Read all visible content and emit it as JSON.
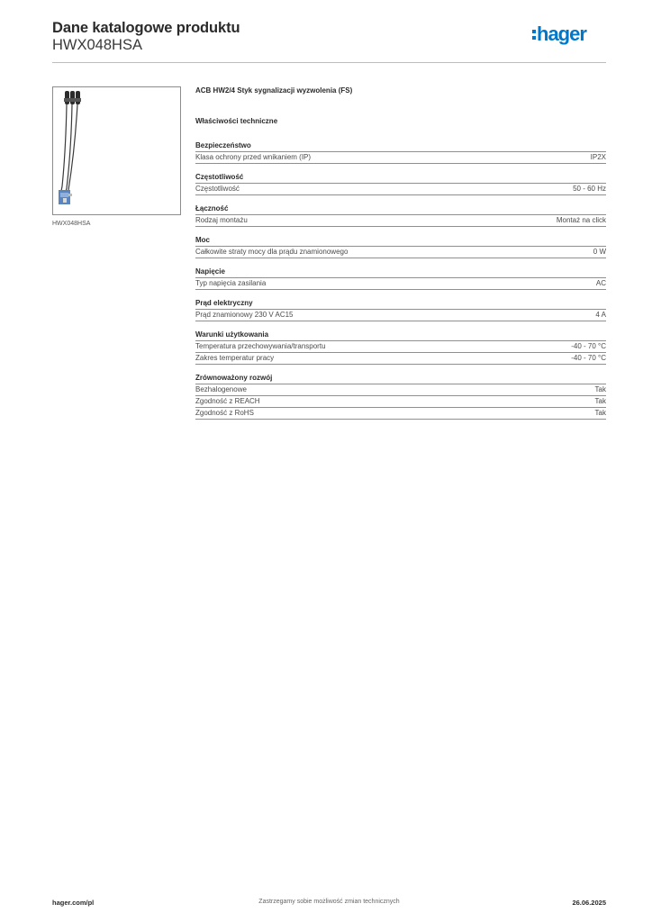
{
  "header": {
    "title": "Dane katalogowe produktu",
    "code": "HWX048HSA",
    "logo_text": "hager",
    "brand_color": "#0077c8"
  },
  "product": {
    "image_caption": "HWX048HSA",
    "description": "ACB HW2/4 Styk sygnalizacji wyzwolenia (FS)",
    "properties_title": "Właściwości techniczne"
  },
  "sections": [
    {
      "title": "Bezpieczeństwo",
      "rows": [
        {
          "label": "Klasa ochrony przed wnikaniem (IP)",
          "value": "IP2X"
        }
      ]
    },
    {
      "title": "Częstotliwość",
      "rows": [
        {
          "label": "Częstotliwość",
          "value": "50 - 60 Hz"
        }
      ]
    },
    {
      "title": "Łączność",
      "rows": [
        {
          "label": "Rodzaj montażu",
          "value": "Montaż na click"
        }
      ]
    },
    {
      "title": "Moc",
      "rows": [
        {
          "label": "Całkowite straty mocy dla prądu znamionowego",
          "value": "0 W"
        }
      ]
    },
    {
      "title": "Napięcie",
      "rows": [
        {
          "label": "Typ napięcia zasilania",
          "value": "AC"
        }
      ]
    },
    {
      "title": "Prąd elektryczny",
      "rows": [
        {
          "label": "Prąd znamionowy 230 V AC15",
          "value": "4 A"
        }
      ]
    },
    {
      "title": "Warunki użytkowania",
      "rows": [
        {
          "label": "Temperatura przechowywania/transportu",
          "value": "-40 - 70 °C"
        },
        {
          "label": "Zakres temperatur pracy",
          "value": "-40 - 70 °C"
        }
      ]
    },
    {
      "title": "Zrównoważony rozwój",
      "rows": [
        {
          "label": "Bezhalogenowe",
          "value": "Tak"
        },
        {
          "label": "Zgodność z REACH",
          "value": "Tak"
        },
        {
          "label": "Zgodność z RoHS",
          "value": "Tak"
        }
      ]
    }
  ],
  "footer": {
    "website": "hager.com/pl",
    "notice": "Zastrzegamy sobie możliwość zmian technicznych",
    "date": "26.06.2025"
  }
}
